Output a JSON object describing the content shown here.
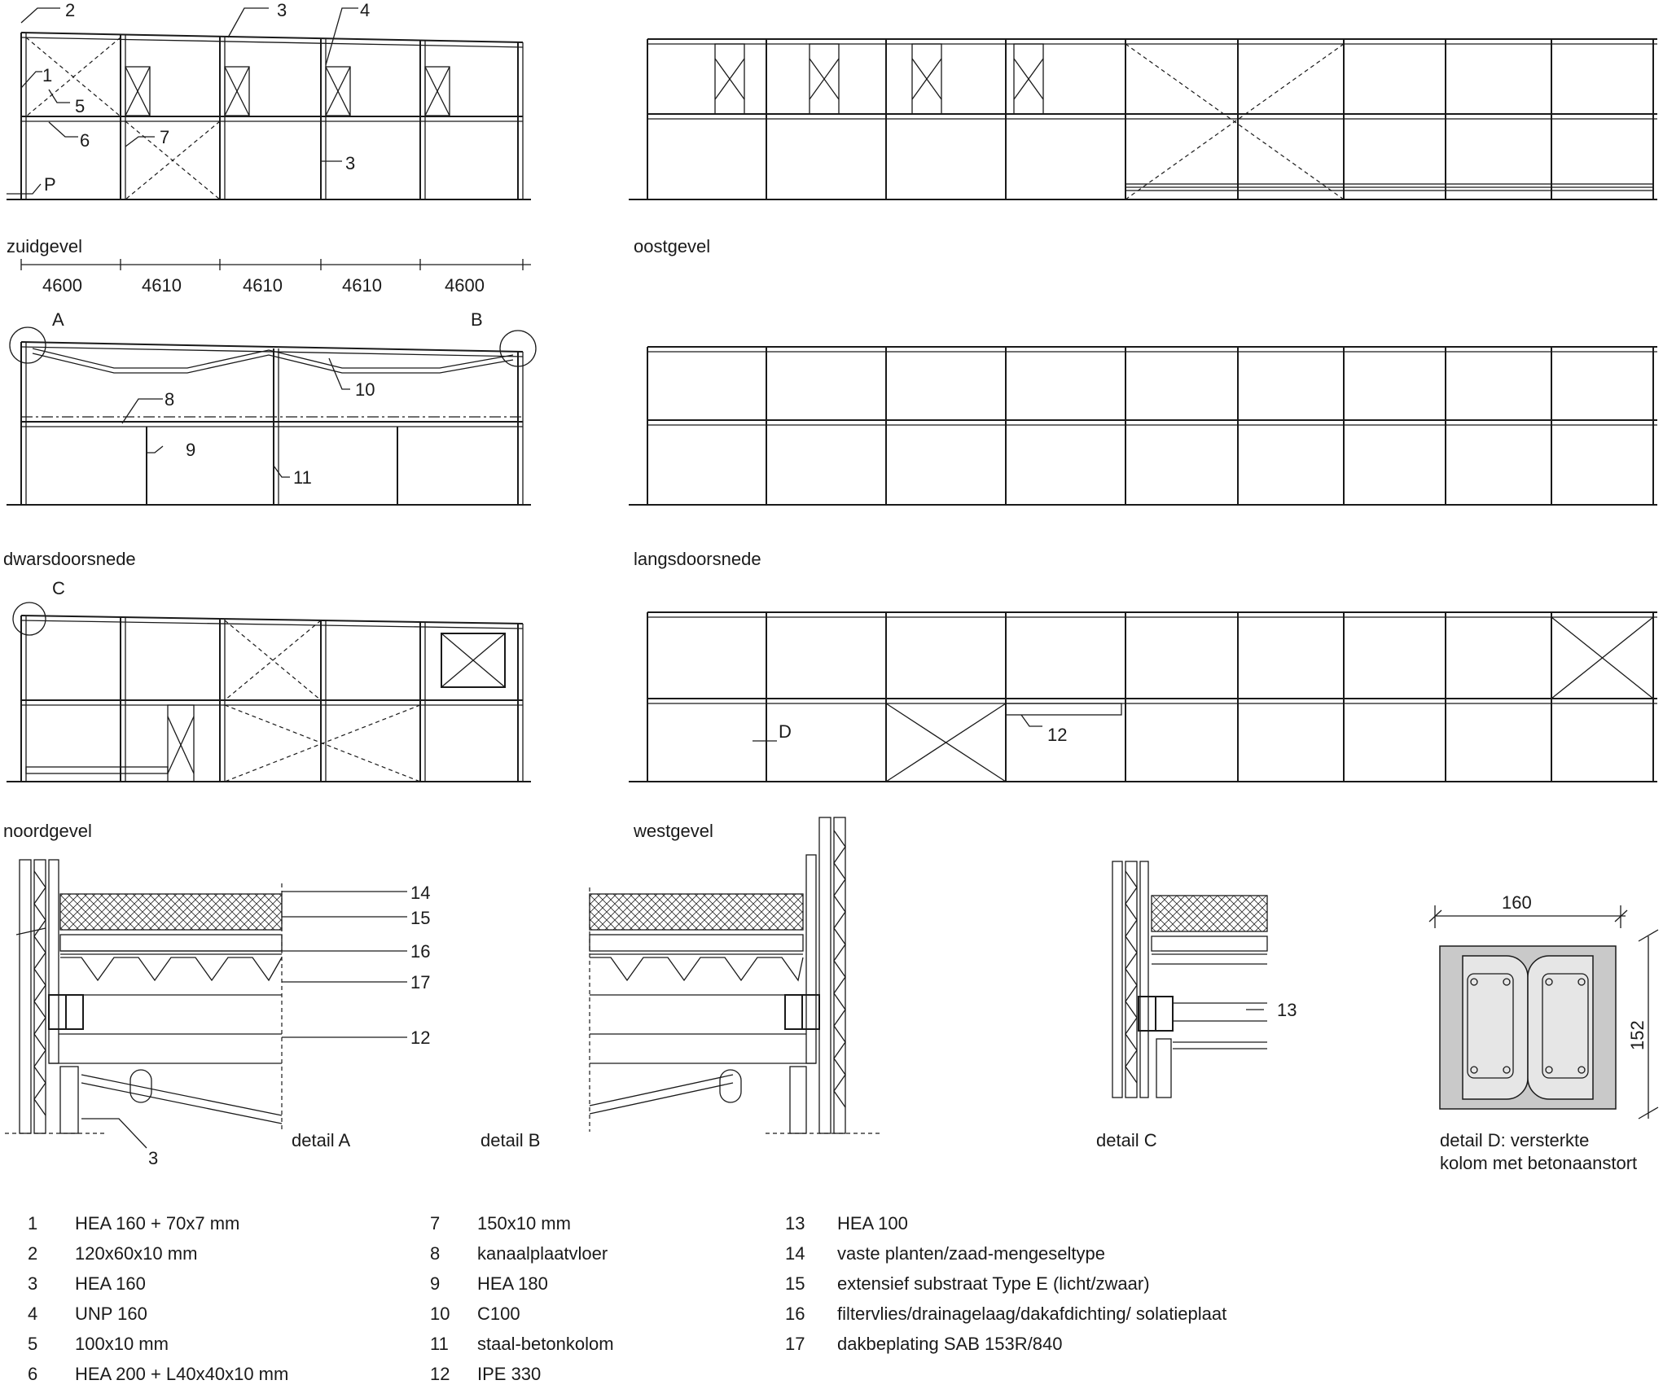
{
  "views": {
    "zuidgevel": "zuidgevel",
    "oostgevel": "oostgevel",
    "dwarsdoorsnede": "dwarsdoorsnede",
    "langsdoorsnede": "langsdoorsnede",
    "noordgevel": "noordgevel",
    "westgevel": "westgevel"
  },
  "dimensions": [
    "4600",
    "4610",
    "4610",
    "4610",
    "4600"
  ],
  "callouts": {
    "c1": "1",
    "c2": "2",
    "c3a": "3",
    "c3b": "3",
    "c4": "4",
    "c5": "5",
    "c6": "6",
    "c7": "7",
    "cP": "P",
    "c8": "8",
    "c9": "9",
    "c10": "10",
    "c11": "11",
    "c12": "12",
    "cA": "A",
    "cB": "B",
    "cC": "C",
    "cD": "D"
  },
  "details": {
    "a_label": "detail A",
    "b_label": "detail B",
    "c_label": "detail C",
    "d_label_line1": "detail D: versterkte",
    "d_label_line2": "kolom met betonaanstort",
    "a_callouts": {
      "n14": "14",
      "n15": "15",
      "n16": "16",
      "n17": "17",
      "n12": "12",
      "n3": "3"
    },
    "c_callouts": {
      "n13": "13"
    },
    "d_width": "160",
    "d_height": "152"
  },
  "legend": [
    [
      {
        "num": "1",
        "text": "HEA 160 + 70x7 mm"
      },
      {
        "num": "2",
        "text": "120x60x10 mm"
      },
      {
        "num": "3",
        "text": "HEA 160"
      },
      {
        "num": "4",
        "text": "UNP 160"
      },
      {
        "num": "5",
        "text": "100x10 mm"
      },
      {
        "num": "6",
        "text": "HEA 200 + L40x40x10 mm"
      }
    ],
    [
      {
        "num": "7",
        "text": "150x10 mm"
      },
      {
        "num": "8",
        "text": "kanaalplaatvloer"
      },
      {
        "num": "9",
        "text": "HEA 180"
      },
      {
        "num": "10",
        "text": "C100"
      },
      {
        "num": "11",
        "text": "staal-betonkolom"
      },
      {
        "num": "12",
        "text": "IPE 330"
      }
    ],
    [
      {
        "num": "13",
        "text": "HEA 100"
      },
      {
        "num": "14",
        "text": "vaste planten/zaad-mengeseltype"
      },
      {
        "num": "15",
        "text": "extensief substraat Type E (licht/zwaar)"
      },
      {
        "num": "16",
        "text": "filtervlies/drainagelaag/dakafdichting/ solatieplaat"
      },
      {
        "num": "17",
        "text": "dakbeplating SAB 153R/840"
      }
    ]
  ]
}
